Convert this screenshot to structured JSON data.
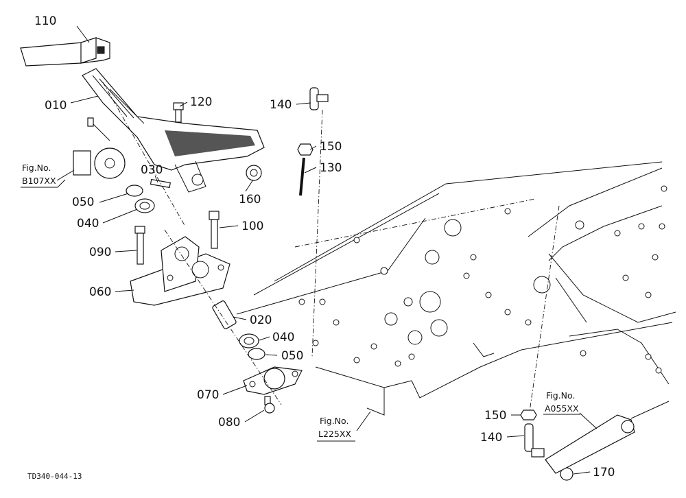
{
  "callouts": {
    "c110": "110",
    "c010": "010",
    "c120": "120",
    "c140a": "140",
    "c150a": "150",
    "c130": "130",
    "c030": "030",
    "c160": "160",
    "c050a": "050",
    "c040a": "040",
    "c100": "100",
    "c090": "090",
    "c060": "060",
    "c020": "020",
    "c040b": "040",
    "c050b": "050",
    "c070": "070",
    "c080": "080",
    "c150b": "150",
    "c140b": "140",
    "c170": "170"
  },
  "figrefs": {
    "b107": {
      "label": "Fig.No.",
      "code": "B107XX"
    },
    "l225": {
      "label": "Fig.No.",
      "code": "L225XX"
    },
    "a055": {
      "label": "Fig.No.",
      "code": "A055XX"
    }
  },
  "doc_id": "TD340-044-13"
}
